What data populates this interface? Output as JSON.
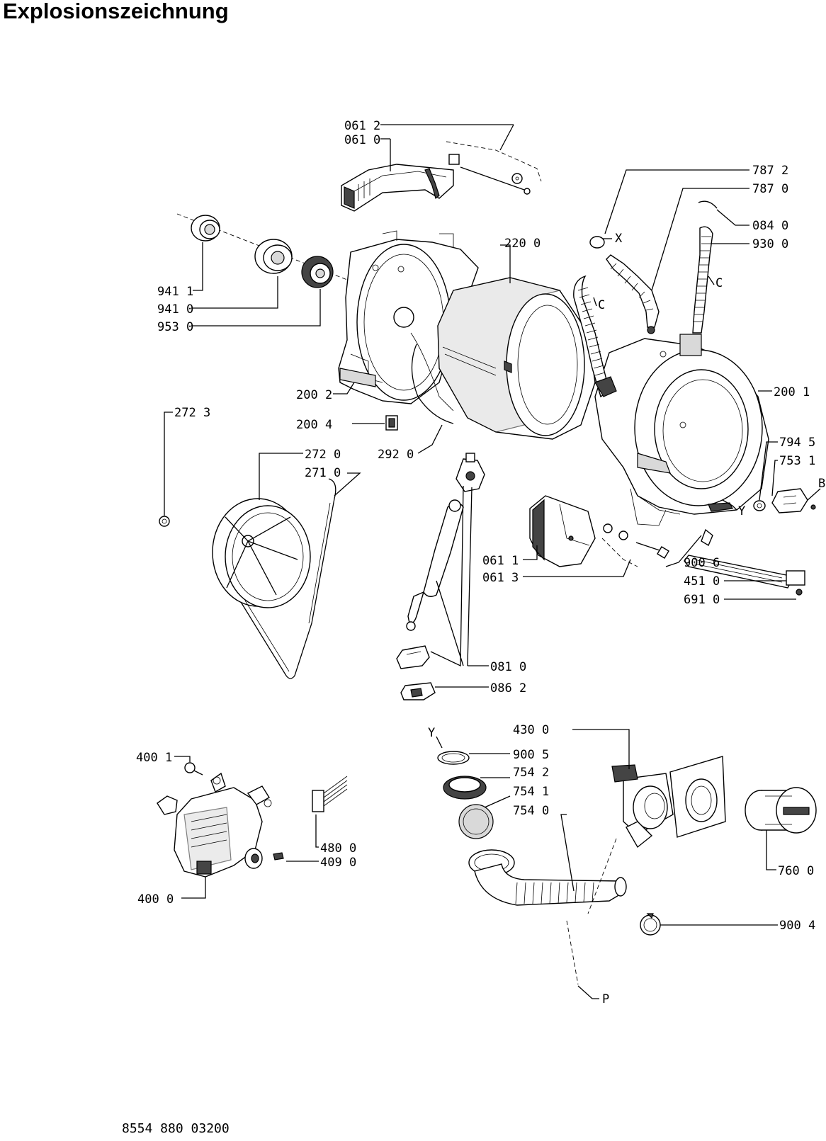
{
  "page": {
    "title": "Explosionszeichnung",
    "document_number": "8554  880  03200"
  },
  "callouts": {
    "p0612": "061 2",
    "p0610": "061 0",
    "p7872": "787 2",
    "p7870": "787 0",
    "p0840": "084 0",
    "p9300": "930 0",
    "p2200": "220 0",
    "pX": "X",
    "pC1": "C",
    "pC2": "C",
    "p9411": "941 1",
    "p9410": "941 0",
    "p9530": "953 0",
    "p2723": "272 3",
    "p2002": "200 2",
    "p2004": "200 4",
    "p2720": "272 0",
    "p2710": "271 0",
    "p2920": "292 0",
    "p2001": "200 1",
    "p7945": "794 5",
    "p7531": "753 1",
    "pB": "B",
    "pY1": "Y",
    "p0611": "061 1",
    "p0613": "061 3",
    "p9006": "900 6",
    "p4510": "451 0",
    "p6910": "691 0",
    "p0810": "081 0",
    "p0862": "086 2",
    "p4300": "430 0",
    "pY2": "Y",
    "p9005": "900 5",
    "p7542": "754 2",
    "p7541": "754 1",
    "p7540": "754 0",
    "p4001": "400 1",
    "p4800": "480 0",
    "p4090": "409 0",
    "p4000": "400 0",
    "p7600": "760 0",
    "p9004": "900 4",
    "pP": "P"
  }
}
